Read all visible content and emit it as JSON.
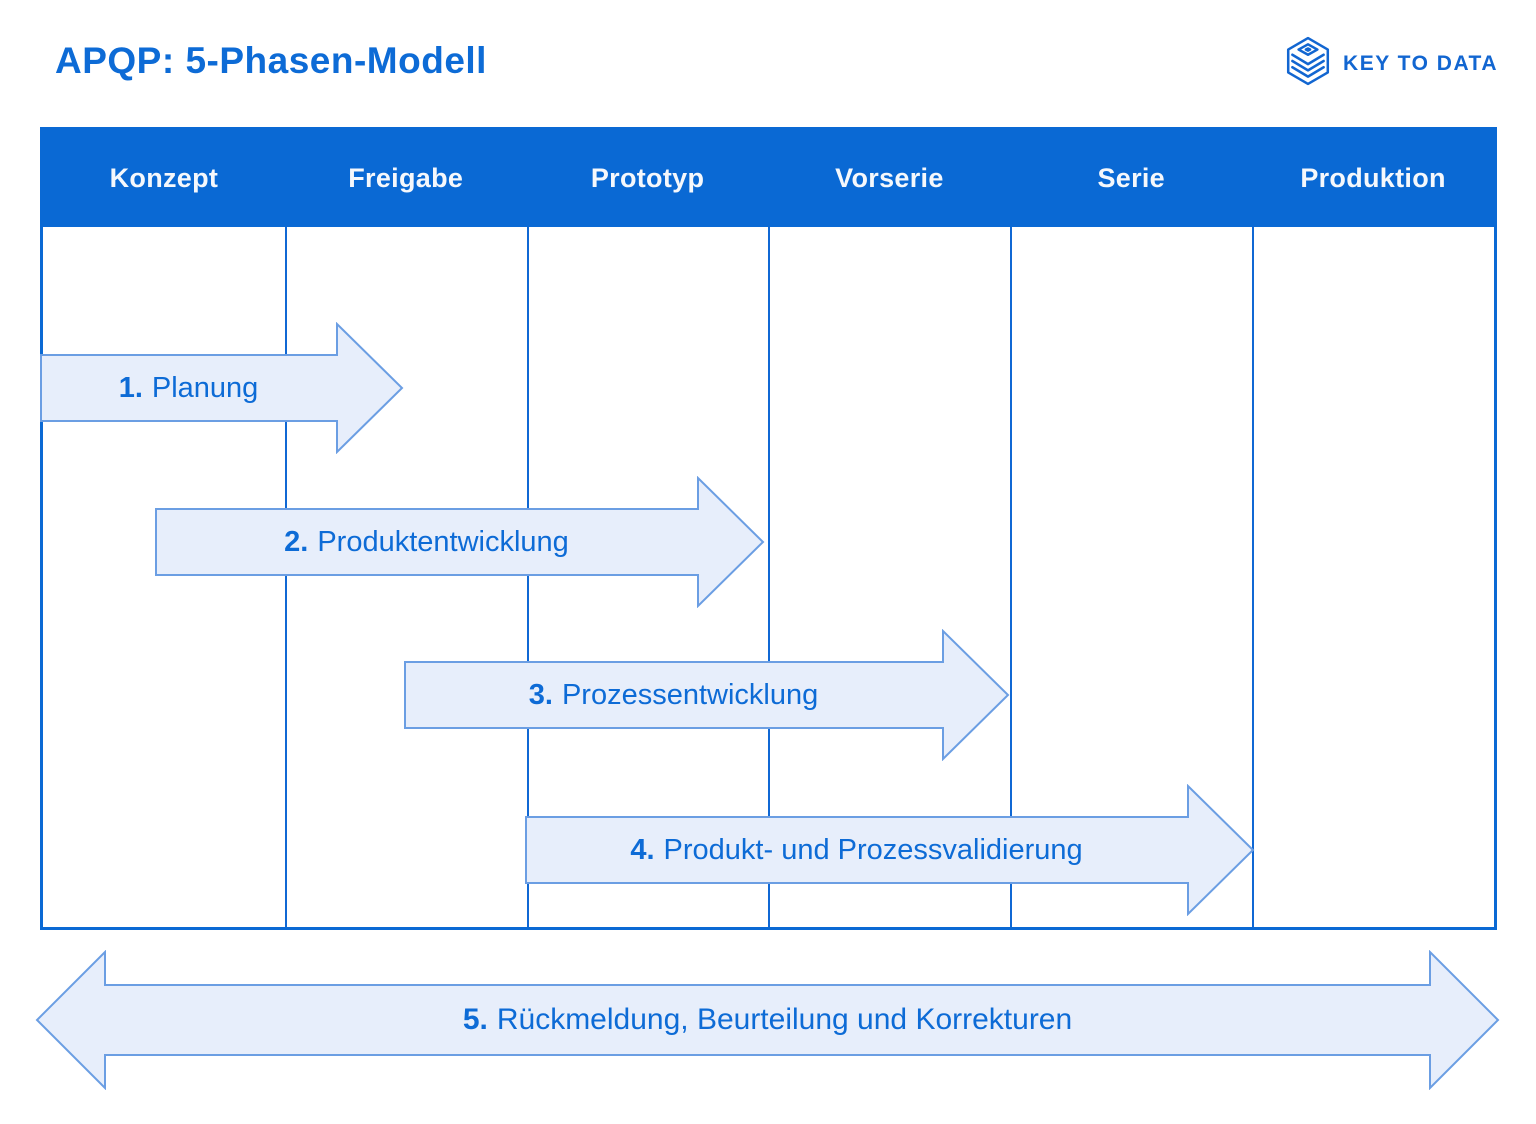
{
  "page": {
    "title": "APQP: 5-Phasen-Modell"
  },
  "logo": {
    "text": "KEY TO DATA",
    "icon": "hexagon-layers-icon",
    "color": "#1266d1"
  },
  "colors": {
    "primary_blue": "#0a69d4",
    "grid_line_blue": "#1068d4",
    "text_blue": "#0d6bd6",
    "arrow_fill": "#e7eefb",
    "arrow_stroke": "#6b9ee3",
    "header_text": "#f5f8fc"
  },
  "table": {
    "columns": [
      "Konzept",
      "Freigabe",
      "Prototyp",
      "Vorserie",
      "Serie",
      "Produktion"
    ]
  },
  "phases": [
    {
      "number": "1.",
      "label": "Planung"
    },
    {
      "number": "2.",
      "label": "Produktentwicklung"
    },
    {
      "number": "3.",
      "label": "Prozessentwicklung"
    },
    {
      "number": "4.",
      "label": "Produkt- und Prozessvalidierung"
    },
    {
      "number": "5.",
      "label": "Rückmeldung, Beurteilung und Korrekturen"
    }
  ]
}
